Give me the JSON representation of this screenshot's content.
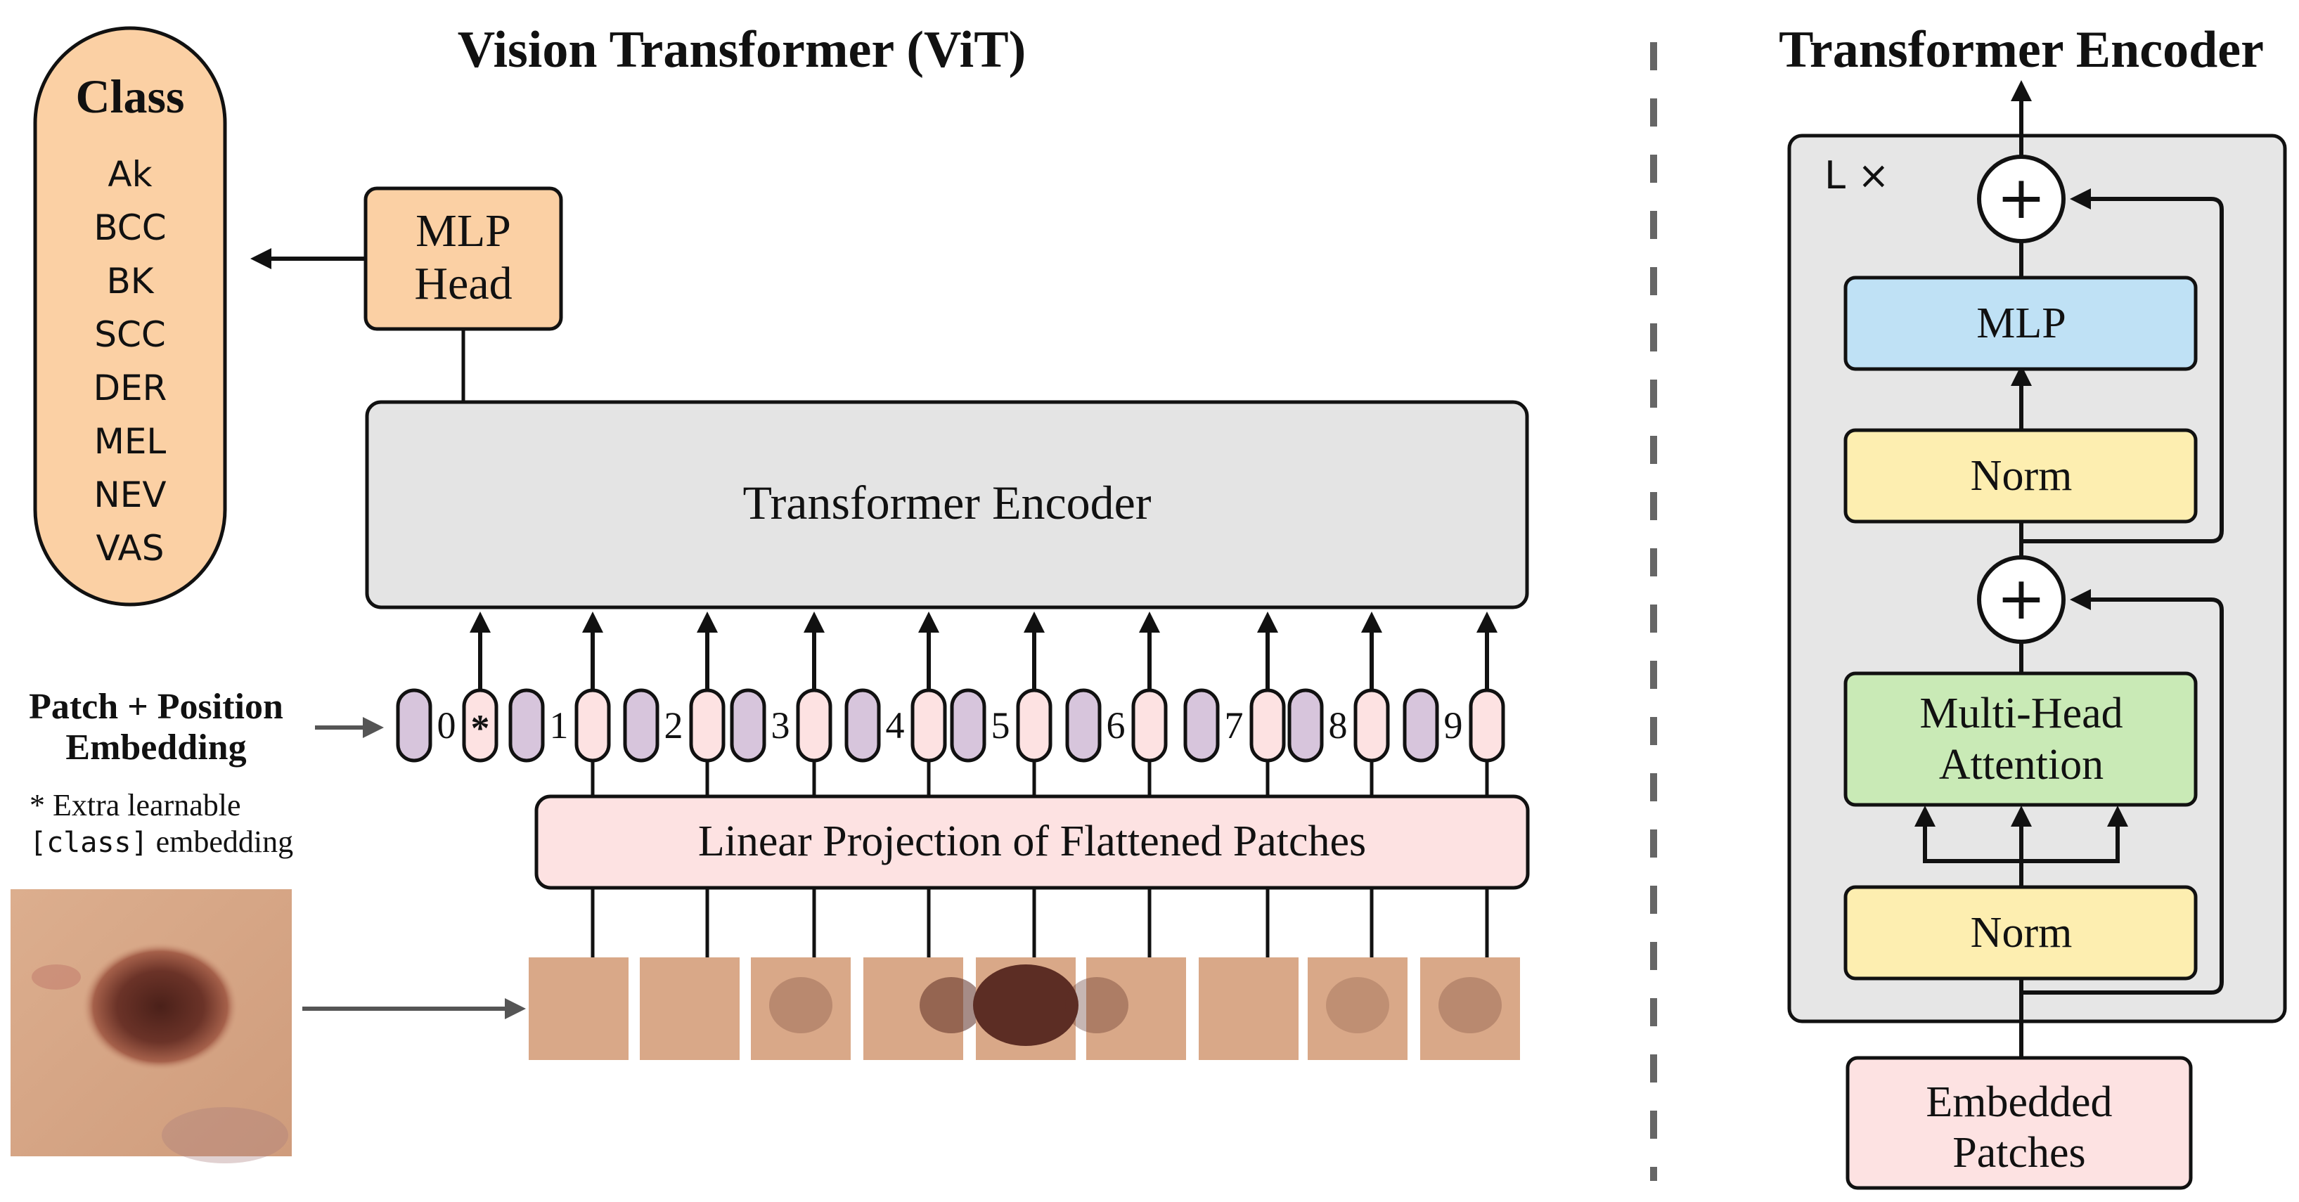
{
  "vit": {
    "title": "Vision Transformer (ViT)",
    "mlp_head": [
      "MLP",
      "Head"
    ],
    "encoder_label": "Transformer Encoder",
    "projection_label": "Linear Projection of Flattened Patches",
    "patch_position_label": [
      "Patch + Position",
      "Embedding"
    ],
    "extra_note": [
      "* Extra learnable",
      "[class]",
      " embedding"
    ],
    "tokens": [
      "0",
      "1",
      "2",
      "3",
      "4",
      "5",
      "6",
      "7",
      "8",
      "9"
    ],
    "class_token_mark": "*"
  },
  "classes": {
    "title": "Class",
    "items": [
      "Ak",
      "BCC",
      "BK",
      "SCC",
      "DER",
      "MEL",
      "NEV",
      "VAS"
    ]
  },
  "encoder_detail": {
    "title": "Transformer Encoder",
    "repeat_label": "L ×",
    "mlp": "MLP",
    "norm_top": "Norm",
    "attention": [
      "Multi-Head",
      "Attention"
    ],
    "norm_bottom": "Norm",
    "embedded": [
      "Embedded",
      "Patches"
    ],
    "plus_symbol": "+"
  },
  "colors": {
    "class_fill": "#fbd0a4",
    "mlp_head_fill": "#fbd0a4",
    "encoder_fill": "#e4e4e4",
    "projection_fill": "#fde2e2",
    "token_purple": "#d7c5dc",
    "token_pink": "#fde2e2",
    "mlp_fill": "#bfe1f5",
    "norm_fill": "#fdeeb0",
    "attention_fill": "#c9eab6",
    "embedded_fill": "#fde2e2",
    "panel_fill": "#e6e6e6",
    "stroke": "#111111",
    "skin": "#d9a888",
    "lesion": "#5c2d24"
  }
}
